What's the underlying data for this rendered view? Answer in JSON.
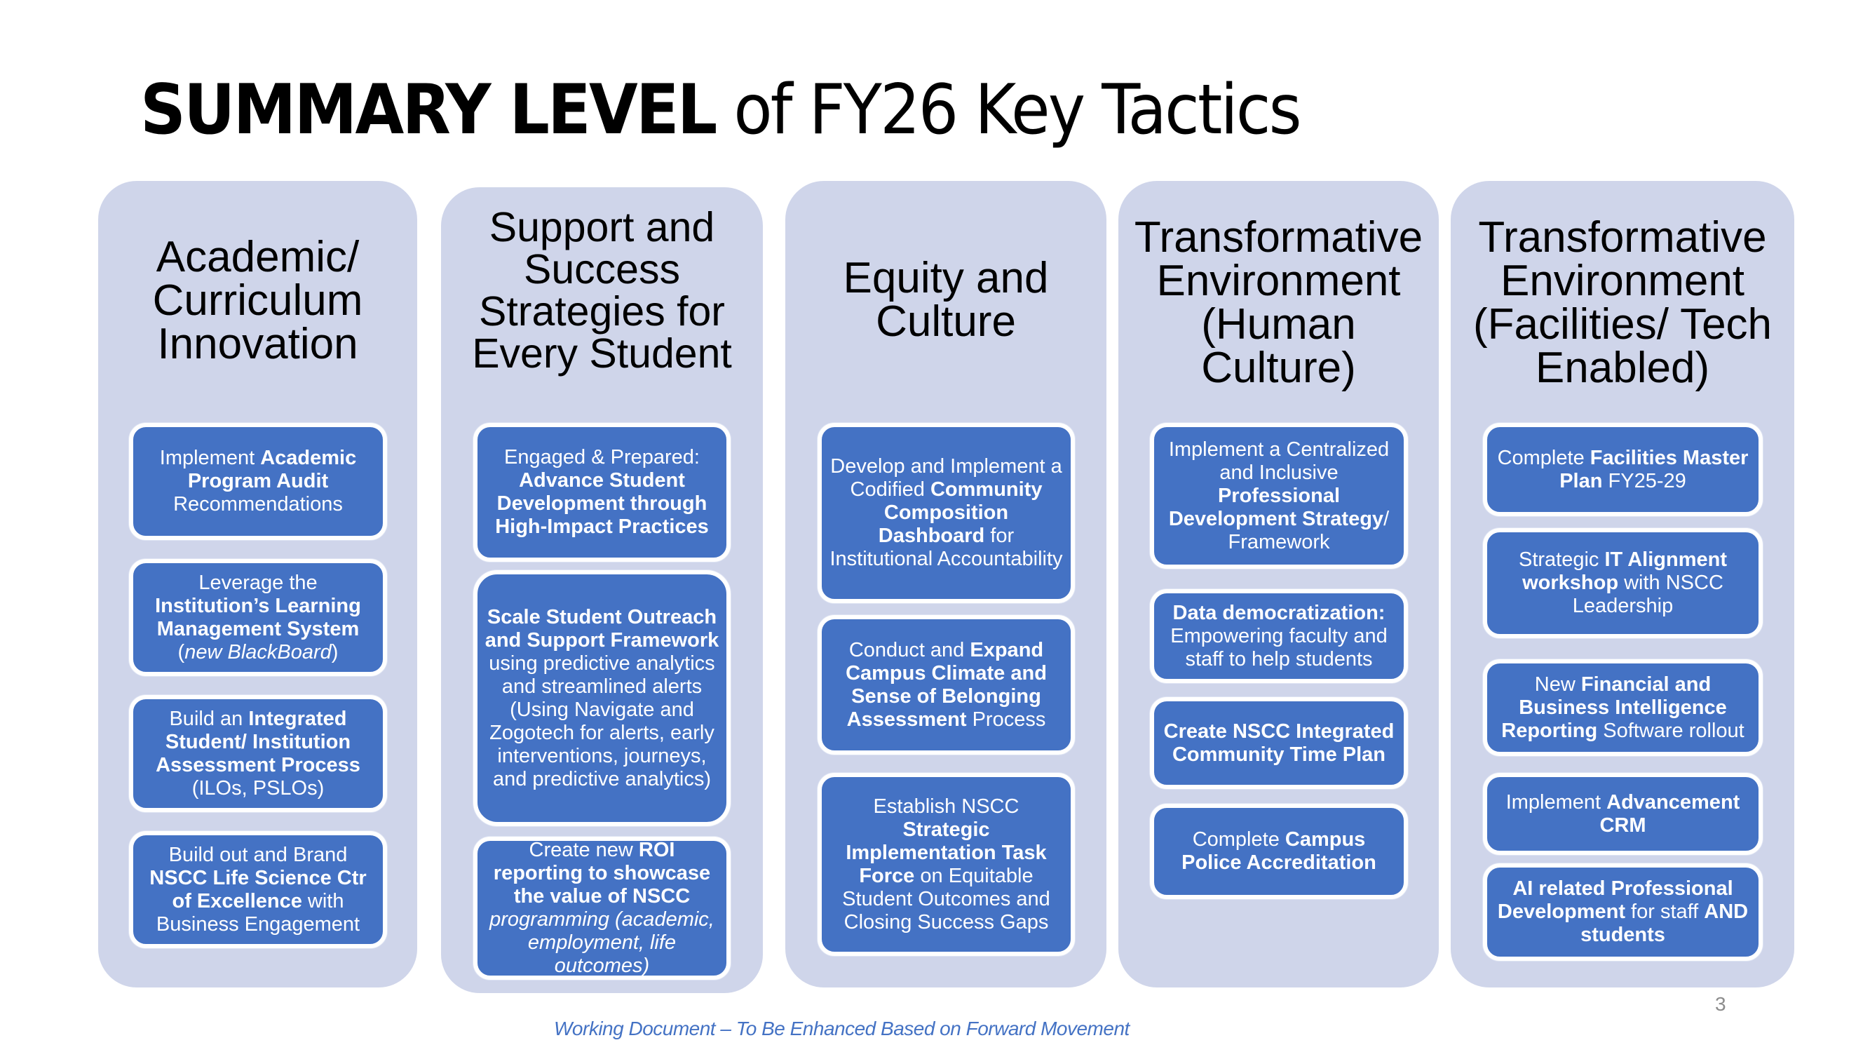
{
  "title": {
    "bold": "SUMMARY LEVEL",
    "rest": " of FY26 Key Tactics"
  },
  "columns": [
    {
      "heading": [
        "Academic/",
        "Curriculum",
        "Innovation"
      ],
      "tactics": [
        {
          "parts": [
            [
              "n",
              "Implement "
            ],
            [
              "b",
              "Academic Program Audit"
            ],
            [
              "n",
              " Recommendations"
            ]
          ]
        },
        {
          "parts": [
            [
              "n",
              "Leverage the "
            ],
            [
              "b",
              "Institution’s Learning Management System"
            ],
            [
              "n",
              " ("
            ],
            [
              "i",
              "new BlackBoard"
            ],
            [
              "n",
              ")"
            ]
          ]
        },
        {
          "parts": [
            [
              "n",
              "Build an "
            ],
            [
              "b",
              "Integrated Student/ Institution Assessment Process"
            ],
            [
              "n",
              " (ILOs, PSLOs)"
            ]
          ]
        },
        {
          "parts": [
            [
              "n",
              "Build out and Brand "
            ],
            [
              "b",
              "NSCC Life Science Ctr of Excellence"
            ],
            [
              "n",
              " with Business Engagement"
            ]
          ]
        }
      ]
    },
    {
      "heading": [
        "Support and",
        "Success",
        "Strategies for",
        "Every Student"
      ],
      "tactics": [
        {
          "parts": [
            [
              "n",
              "Engaged & Prepared: "
            ],
            [
              "b",
              "Advance Student Development through High-Impact Practices"
            ]
          ]
        },
        {
          "parts": [
            [
              "b",
              "Scale Student Outreach and Support Framework"
            ],
            [
              "n",
              " using predictive analytics and streamlined alerts (Using Navigate and Zogotech for alerts, early interventions, journeys, and predictive analytics)"
            ]
          ]
        },
        {
          "parts": [
            [
              "n",
              "Create new "
            ],
            [
              "b",
              "ROI reporting to showcase the value of NSCC"
            ],
            [
              "n",
              " "
            ],
            [
              "i",
              "programming (academic, employment, life outcomes)"
            ]
          ]
        }
      ]
    },
    {
      "heading": [
        "Equity and",
        "Culture"
      ],
      "tactics": [
        {
          "parts": [
            [
              "n",
              "Develop and Implement a Codified "
            ],
            [
              "b",
              "Community Composition Dashboard"
            ],
            [
              "n",
              " for Institutional Accountability"
            ]
          ]
        },
        {
          "parts": [
            [
              "n",
              "Conduct and "
            ],
            [
              "b",
              "Expand Campus Climate and Sense of Belonging Assessment"
            ],
            [
              "n",
              " Process"
            ]
          ]
        },
        {
          "parts": [
            [
              "n",
              "Establish NSCC "
            ],
            [
              "b",
              "Strategic Implementation Task Force"
            ],
            [
              "n",
              " on Equitable Student Outcomes and Closing Success Gaps"
            ]
          ]
        }
      ]
    },
    {
      "heading": [
        "Transformative",
        "Environment",
        "(Human",
        "Culture)"
      ],
      "tactics": [
        {
          "parts": [
            [
              "n",
              "Implement a Centralized and Inclusive "
            ],
            [
              "b",
              "Professional Development Strategy"
            ],
            [
              "n",
              "/ Framework"
            ]
          ]
        },
        {
          "parts": [
            [
              "b",
              "Data democratization:"
            ],
            [
              "n",
              " Empowering faculty and staff to help students"
            ]
          ]
        },
        {
          "parts": [
            [
              "b",
              "Create NSCC Integrated Community Time Plan"
            ]
          ]
        },
        {
          "parts": [
            [
              "n",
              "Complete "
            ],
            [
              "b",
              "Campus Police Accreditation"
            ]
          ]
        }
      ]
    },
    {
      "heading": [
        "Transformative",
        "Environment",
        "(Facilities/ Tech",
        "Enabled)"
      ],
      "tactics": [
        {
          "parts": [
            [
              "n",
              "Complete "
            ],
            [
              "b",
              "Facilities Master Plan"
            ],
            [
              "n",
              " FY25-29"
            ]
          ]
        },
        {
          "parts": [
            [
              "n",
              "Strategic "
            ],
            [
              "b",
              "IT Alignment workshop"
            ],
            [
              "n",
              " with NSCC Leadership"
            ]
          ]
        },
        {
          "parts": [
            [
              "n",
              "New "
            ],
            [
              "b",
              "Financial and Business Intelligence Reporting"
            ],
            [
              "n",
              " Software rollout"
            ]
          ]
        },
        {
          "parts": [
            [
              "n",
              "Implement "
            ],
            [
              "b",
              "Advancement CRM"
            ]
          ]
        },
        {
          "parts": [
            [
              "b",
              "AI related Professional Development"
            ],
            [
              "n",
              " for staff "
            ],
            [
              "b",
              "AND students"
            ]
          ]
        }
      ]
    }
  ],
  "footer": "Working Document – To Be Enhanced Based on Forward Movement",
  "page_number": "3",
  "colors": {
    "panel": "#cfd5ea",
    "box": "#4472c4",
    "footer": "#4472c4"
  }
}
